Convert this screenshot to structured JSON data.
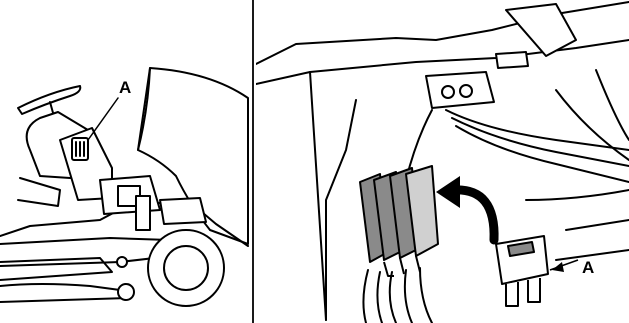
{
  "callouts": {
    "left_label": "A",
    "right_label": "A"
  },
  "colors": {
    "line": "#000000",
    "fill": "#ffffff",
    "fuse_gray": "#8a8a8a",
    "fuse_light": "#d0d0d0"
  },
  "icons": {
    "tractor": "riding-mower-illustration",
    "fuse_box": "fuse-holder-illustration",
    "arrow": "curved-arrow-icon"
  }
}
